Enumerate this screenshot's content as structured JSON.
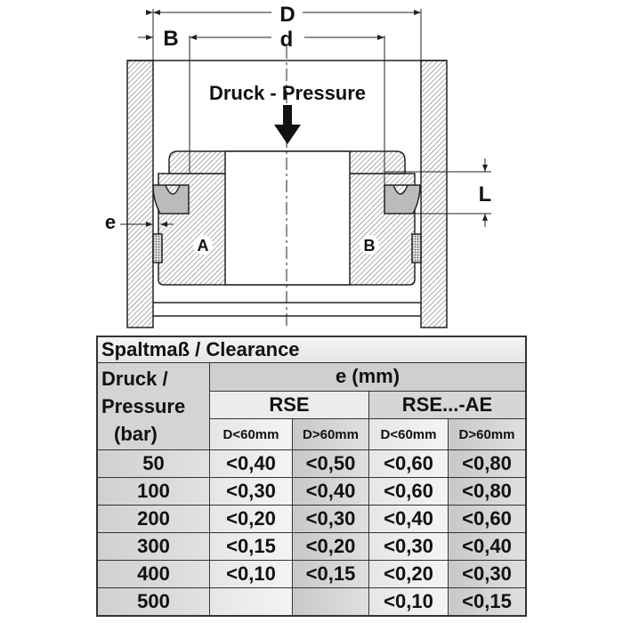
{
  "diagram": {
    "dim_D": "D",
    "dim_d": "d",
    "dim_B": "B",
    "dim_L": "L",
    "dim_e": "e",
    "pressure_label": "Druck - Pressure",
    "marker_A": "A",
    "marker_B": "B"
  },
  "table": {
    "title": "Spaltmaß / Clearance",
    "pressure_header": [
      "Druck /",
      "Pressure",
      "(bar)"
    ],
    "e_header": "e (mm)",
    "groups": [
      "RSE",
      "RSE...-AE"
    ],
    "subheaders": [
      "D<60mm",
      "D>60mm",
      "D<60mm",
      "D>60mm"
    ],
    "rows": [
      {
        "pressure": "50",
        "values": [
          "<0,40",
          "<0,50",
          "<0,60",
          "<0,80"
        ]
      },
      {
        "pressure": "100",
        "values": [
          "<0,30",
          "<0,40",
          "<0,60",
          "<0,80"
        ]
      },
      {
        "pressure": "200",
        "values": [
          "<0,20",
          "<0,30",
          "<0,40",
          "<0,60"
        ]
      },
      {
        "pressure": "300",
        "values": [
          "<0,15",
          "<0,20",
          "<0,30",
          "<0,40"
        ]
      },
      {
        "pressure": "400",
        "values": [
          "<0,10",
          "<0,15",
          "<0,20",
          "<0,30"
        ]
      },
      {
        "pressure": "500",
        "values": [
          "",
          "",
          "<0,10",
          "<0,15"
        ]
      }
    ]
  }
}
